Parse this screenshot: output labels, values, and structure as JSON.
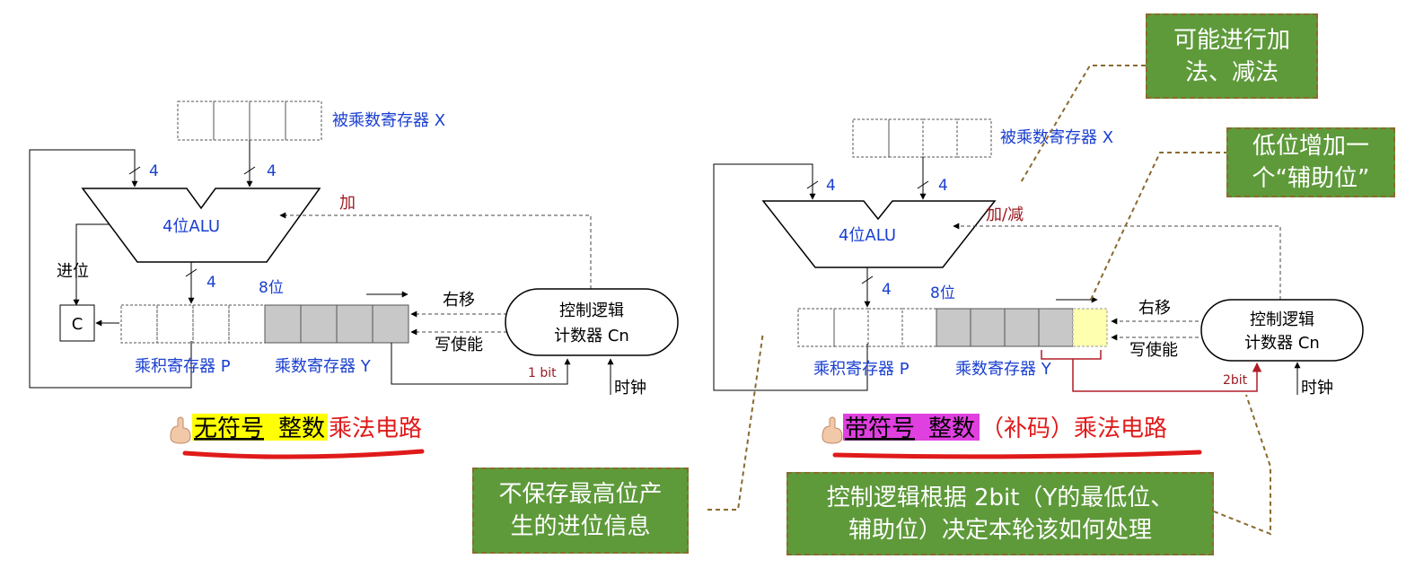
{
  "left": {
    "multiplicand_label": "被乘数寄存器 X",
    "alu_label": "4位ALU",
    "bus_width": "4",
    "add_label": "加",
    "carry_label": "进位",
    "carry_box": "C",
    "bits8_label": "8位",
    "shift_label": "右移",
    "write_enable_label": "写使能",
    "control_line1": "控制逻辑",
    "control_line2": "计数器 Cn",
    "onebit_label": "1 bit",
    "clock_label": "时钟",
    "product_label": "乘积寄存器 P",
    "multiplier_label": "乘数寄存器 Y",
    "title_part1": "无符号",
    "title_part2": "整数",
    "title_part3": "乘法电路"
  },
  "right": {
    "multiplicand_label": "被乘数寄存器 X",
    "alu_label": "4位ALU",
    "bus_width": "4",
    "addsub_label": "加/减",
    "bits8_label": "8位",
    "shift_label": "右移",
    "write_enable_label": "写使能",
    "control_line1": "控制逻辑",
    "control_line2": "计数器 Cn",
    "twobit_label": "2bit",
    "clock_label": "时钟",
    "product_label": "乘积寄存器 P",
    "multiplier_label": "乘数寄存器 Y",
    "title_part1": "带符号",
    "title_part2": "整数",
    "title_part3": "（补码）乘法电路"
  },
  "notes": {
    "top_line1": "可能进行加",
    "top_line2": "法、减法",
    "aux_line1": "低位增加一",
    "aux_line2": "个“辅助位”",
    "carry_line1": "不保存最高位产",
    "carry_line2": "生的进位信息",
    "control_line1": "控制逻辑根据 2bit（Y的最低位、",
    "control_line2": "辅助位）决定本轮该如何处理"
  },
  "colors": {
    "label_blue": "#1a3fd1",
    "dark_red": "#9b1b22",
    "title_red": "#e01a1a",
    "highlight_yellow": "#ffff00",
    "highlight_magenta": "#e040e0",
    "note_green": "#5e9a3a",
    "note_border": "#8a6a2e",
    "gray_cell": "#c8c8c8",
    "aux_cell": "#ffffb0"
  },
  "icons": {
    "pointer": "pointing-hand-icon"
  }
}
